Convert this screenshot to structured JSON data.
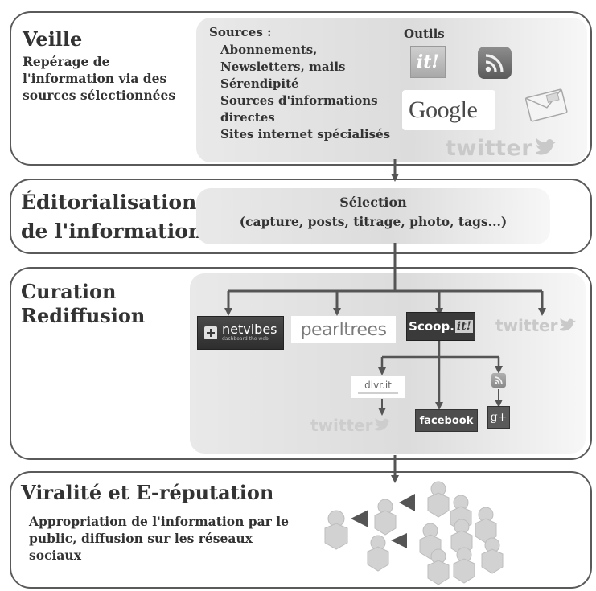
{
  "veille": {
    "title": "Veille",
    "description": [
      "Repérage de",
      "l'information via des",
      "sources sélectionnées"
    ],
    "sources_label": "Sources :",
    "sources": [
      "Abonnements,",
      "Newsletters, mails",
      "Sérendipité",
      "Sources d'informations",
      "directes",
      "Sites internet spécialisés"
    ],
    "outils_label": "Outils",
    "tools": {
      "scoopit_mark": "it!",
      "google": "Google",
      "twitter": "twitter"
    }
  },
  "editorialisation": {
    "title_lines": [
      "Éditorialisation",
      "de l'information"
    ],
    "selection_title": "Sélection",
    "selection_detail": "(capture, posts, titrage, photo, tags...)"
  },
  "curation": {
    "title_lines": [
      "Curation",
      "Rediffusion"
    ],
    "logos": {
      "netvibes": "netvibes",
      "netvibes_tagline": "dashboard the web",
      "pearltrees": "pearltrees",
      "scoopit": "Scoop.",
      "scoopit_mark": "it!",
      "twitter": "twitter",
      "dlvrit": "dlvr.it",
      "twitter_small": "twitter",
      "facebook": "facebook",
      "gplus": "g+"
    }
  },
  "viralite": {
    "title": "Viralité et E-réputation",
    "description": [
      "Appropriation de l'information par le",
      "public, diffusion sur les réseaux",
      "sociaux"
    ]
  }
}
